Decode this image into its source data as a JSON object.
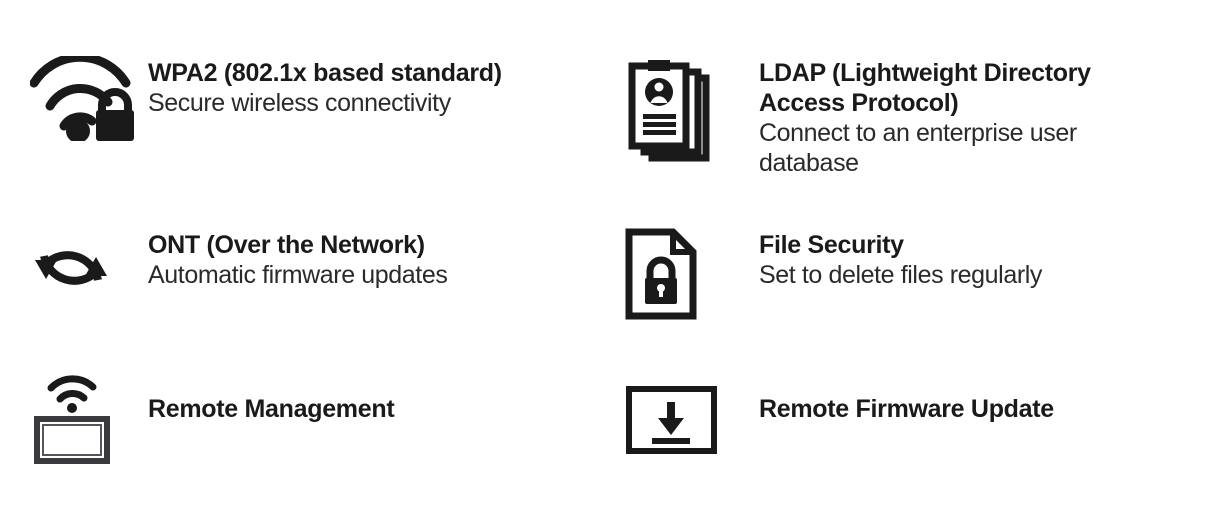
{
  "page": {
    "background_color": "#ffffff",
    "icon_color": "#1a1a1a",
    "text_color": "#1a1a1a",
    "columns": 2,
    "rows": 3
  },
  "features": [
    {
      "id": "wpa2",
      "icon": "wifi-lock-icon",
      "title": "WPA2 (802.1x based standard)",
      "description": "Secure wireless connectivity"
    },
    {
      "id": "ldap",
      "icon": "id-cards-stack-icon",
      "title": "LDAP (Lightweight Directory\nAccess Protocol)",
      "description": "Connect to an enterprise user\ndatabase"
    },
    {
      "id": "ont",
      "icon": "sync-circle-icon",
      "title": "ONT (Over the Network)",
      "description": "Automatic firmware updates"
    },
    {
      "id": "file-security",
      "icon": "document-lock-icon",
      "title": "File Security",
      "description": "Set to delete files regularly"
    },
    {
      "id": "remote-management",
      "icon": "monitor-wifi-icon",
      "title": "Remote Management",
      "description": ""
    },
    {
      "id": "remote-firmware-update",
      "icon": "download-box-icon",
      "title": "Remote Firmware Update",
      "description": ""
    }
  ]
}
